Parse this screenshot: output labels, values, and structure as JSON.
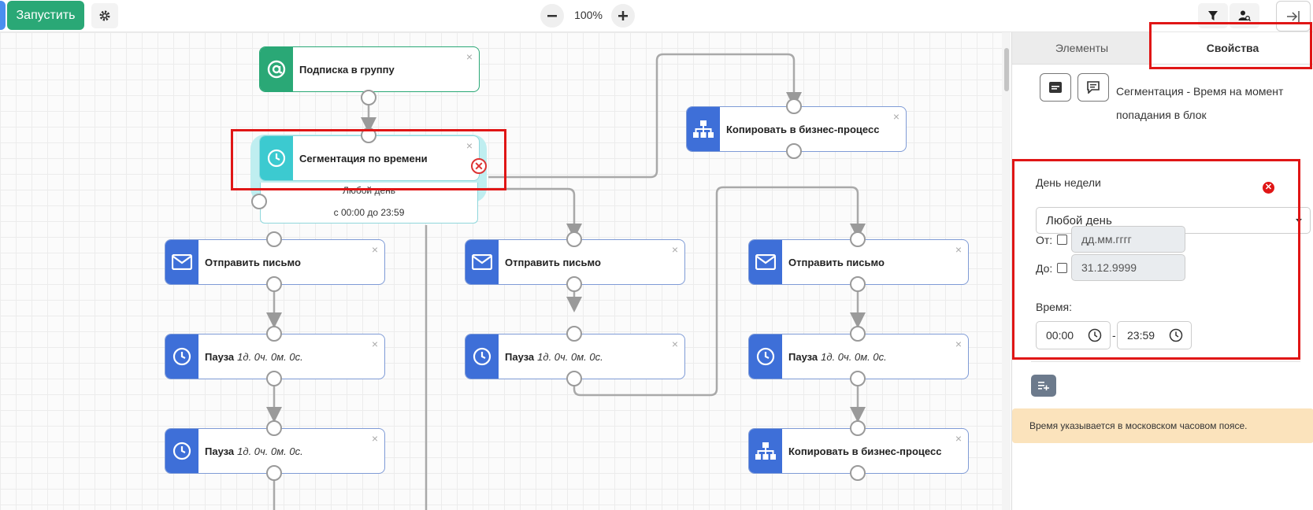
{
  "toolbar": {
    "run_label": "Запустить",
    "zoom_level": "100%"
  },
  "canvas": {
    "nodes": {
      "subscribe": {
        "title": "Подписка в группу"
      },
      "segmentation": {
        "title": "Сегментация по времени",
        "day": "Любой день",
        "range": "с 00:00 до 23:59"
      },
      "copy_bp_top": {
        "title": "Копировать в бизнес-процесс"
      },
      "send_left": {
        "title": "Отправить письмо"
      },
      "send_mid": {
        "title": "Отправить письмо"
      },
      "send_right": {
        "title": "Отправить письмо"
      },
      "pause_left_1": {
        "title": "Пауза",
        "duration": "1д. 0ч. 0м. 0с."
      },
      "pause_left_2": {
        "title": "Пауза",
        "duration": "1д. 0ч. 0м. 0с."
      },
      "pause_mid": {
        "title": "Пауза",
        "duration": "1д. 0ч. 0м. 0с."
      },
      "pause_right": {
        "title": "Пауза",
        "duration": "1д. 0ч. 0м. 0с."
      },
      "copy_bp_bottom": {
        "title": "Копировать в бизнес-процесс"
      }
    },
    "close_glyph": "×"
  },
  "panel": {
    "tabs": [
      {
        "label": "Элементы"
      },
      {
        "label": "Свойства"
      }
    ],
    "title": "Сегментация - Время на момент попадания в блок",
    "day_label": "День недели",
    "day_value": "Любой день",
    "from_label": "От:",
    "from_placeholder": "дд.мм.гггг",
    "to_label": "До:",
    "to_value": "31.12.9999",
    "time_label": "Время:",
    "time_from": "00:00",
    "time_sep": "-",
    "time_to": "23:59",
    "notice": "Время указывается в московском часовом поясе."
  },
  "colors": {
    "run_button": "#2aa876",
    "node_blue": "#3e6fd8",
    "node_green": "#2aa876",
    "node_teal": "#3ccad0",
    "highlight_red": "#e01616",
    "notice_bg": "#fbe3bc"
  }
}
